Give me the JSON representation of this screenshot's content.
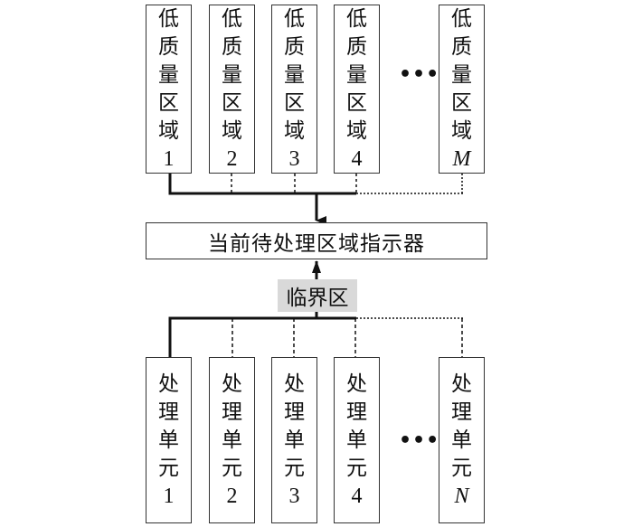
{
  "diagram": {
    "top_row": {
      "items": [
        {
          "chars": [
            "低",
            "质",
            "量",
            "区",
            "域"
          ],
          "index": "1",
          "italic": false,
          "link": "solid"
        },
        {
          "chars": [
            "低",
            "质",
            "量",
            "区",
            "域"
          ],
          "index": "2",
          "italic": false,
          "link": "dashed"
        },
        {
          "chars": [
            "低",
            "质",
            "量",
            "区",
            "域"
          ],
          "index": "3",
          "italic": false,
          "link": "dashed"
        },
        {
          "chars": [
            "低",
            "质",
            "量",
            "区",
            "域"
          ],
          "index": "4",
          "italic": false,
          "link": "dashed"
        },
        {
          "chars": [
            "低",
            "质",
            "量",
            "区",
            "域"
          ],
          "index": "M",
          "italic": true,
          "link": "dotted"
        }
      ],
      "ellipsis": "•••"
    },
    "indicator": {
      "label": "当前待处理区域指示器"
    },
    "critical_section": {
      "label": "临界区",
      "fill_color": "#d9d9d9"
    },
    "bottom_row": {
      "items": [
        {
          "chars": [
            "处",
            "理",
            "单",
            "元"
          ],
          "index": "1",
          "italic": false,
          "link": "solid"
        },
        {
          "chars": [
            "处",
            "理",
            "单",
            "元"
          ],
          "index": "2",
          "italic": false,
          "link": "dashed"
        },
        {
          "chars": [
            "处",
            "理",
            "单",
            "元"
          ],
          "index": "3",
          "italic": false,
          "link": "dashed"
        },
        {
          "chars": [
            "处",
            "理",
            "单",
            "元"
          ],
          "index": "4",
          "italic": false,
          "link": "dashed"
        },
        {
          "chars": [
            "处",
            "理",
            "单",
            "元"
          ],
          "index": "N",
          "italic": true,
          "link": "dotted"
        }
      ],
      "ellipsis": "•••"
    }
  }
}
